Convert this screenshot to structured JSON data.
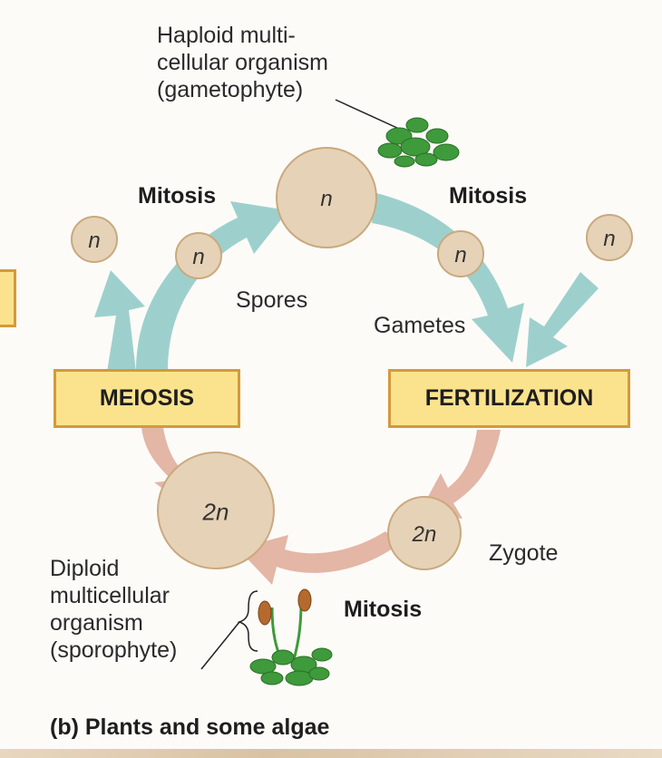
{
  "labels": {
    "haploid": "Haploid multi-\ncellular organism\n(gametophyte)",
    "mitosis_top_left": "Mitosis",
    "mitosis_top_right": "Mitosis",
    "mitosis_bottom": "Mitosis",
    "spores": "Spores",
    "gametes": "Gametes",
    "zygote": "Zygote",
    "diploid": "Diploid\nmulticellular\norganism\n(sporophyte)"
  },
  "boxes": {
    "meiosis": "MEIOSIS",
    "fertilization": "FERTILIZATION"
  },
  "cells": {
    "haploid_organism": "n",
    "spore_far": "n",
    "spore_near": "n",
    "gamete_near": "n",
    "gamete_far": "n",
    "diploid_organism": "2n",
    "zygote": "2n"
  },
  "caption": "(b) Plants and some algae",
  "colors": {
    "haploid_arrow": "#9dd0cd",
    "diploid_arrow": "#e3b6a6",
    "cell_fill": "#e6d2b7",
    "cell_stroke": "#c9a97e",
    "box_fill": "#fbe38d",
    "box_border": "#d49a3a",
    "plant_green": "#3e9a3a"
  },
  "icons": [
    "gametophyte-plant-icon",
    "sporophyte-plant-icon",
    "bracket-icon"
  ]
}
